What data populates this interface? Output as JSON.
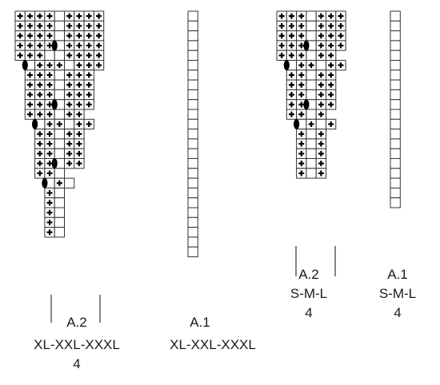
{
  "charts": [
    {
      "id": "a2-xl",
      "name_label": "A.2",
      "size_label": "XL-XXL-XXXL",
      "stitch_label": "4",
      "rows": [
        {
          "skip": 0,
          "cells": "++++ ++++"
        },
        {
          "skip": 0,
          "cells": "++++ ++++"
        },
        {
          "skip": 0,
          "cells": "++++ ++++"
        },
        {
          "skip": 0,
          "cells": "++++o++++"
        },
        {
          "skip": 0,
          "cells": "+++  ++++"
        },
        {
          "skip": 1,
          "cells": "o+++ +++"
        },
        {
          "skip": 1,
          "cells": "+++ +++"
        },
        {
          "skip": 1,
          "cells": "+++ +++"
        },
        {
          "skip": 1,
          "cells": "+++ +++"
        },
        {
          "skip": 1,
          "cells": "+++o+++"
        },
        {
          "skip": 1,
          "cells": "+++ ++"
        },
        {
          "skip": 2,
          "cells": "o++ ++"
        },
        {
          "skip": 2,
          "cells": "++ ++"
        },
        {
          "skip": 2,
          "cells": "++ ++"
        },
        {
          "skip": 2,
          "cells": "++ ++"
        },
        {
          "skip": 2,
          "cells": "++o++"
        },
        {
          "skip": 2,
          "cells": "++ "
        },
        {
          "skip": 3,
          "cells": "o+ "
        },
        {
          "skip": 3,
          "cells": "+ "
        },
        {
          "skip": 3,
          "cells": "+ "
        },
        {
          "skip": 3,
          "cells": "+ "
        },
        {
          "skip": 3,
          "cells": "+ "
        },
        {
          "skip": 3,
          "cells": "+ "
        }
      ]
    },
    {
      "id": "a1-xl",
      "name_label": "A.1",
      "size_label": "XL-XXL-XXXL",
      "stitch_label": "",
      "rows": 25
    },
    {
      "id": "a2-sml",
      "name_label": "A.2",
      "size_label": "S-M-L",
      "stitch_label": "4",
      "rows": [
        {
          "skip": 0,
          "cells": "+++ +++"
        },
        {
          "skip": 0,
          "cells": "+++ +++"
        },
        {
          "skip": 0,
          "cells": "+++ +++"
        },
        {
          "skip": 0,
          "cells": "+++o+++"
        },
        {
          "skip": 0,
          "cells": "+++ ++"
        },
        {
          "skip": 1,
          "cells": "o++ ++"
        },
        {
          "skip": 1,
          "cells": "++ ++"
        },
        {
          "skip": 1,
          "cells": "++ ++"
        },
        {
          "skip": 1,
          "cells": "++ ++"
        },
        {
          "skip": 1,
          "cells": "++o++"
        },
        {
          "skip": 1,
          "cells": "++ +"
        },
        {
          "skip": 2,
          "cells": "o+ +"
        },
        {
          "skip": 2,
          "cells": "+ +"
        },
        {
          "skip": 2,
          "cells": "+ +"
        },
        {
          "skip": 2,
          "cells": "+ +"
        },
        {
          "skip": 2,
          "cells": "+ +"
        },
        {
          "skip": 2,
          "cells": "+ +"
        }
      ]
    },
    {
      "id": "a1-sml",
      "name_label": "A.1",
      "size_label": "S-M-L",
      "stitch_label": "4",
      "rows": 20
    }
  ],
  "colors": {
    "grid_line": "#333333",
    "purl_cross": "#000000",
    "knit": "#ffffff",
    "increase_mark": "#000000"
  },
  "legend_symbols": {
    "+": "purl-cross-icon",
    " ": "knit-blank-icon",
    "o": "increase-oval-icon"
  }
}
